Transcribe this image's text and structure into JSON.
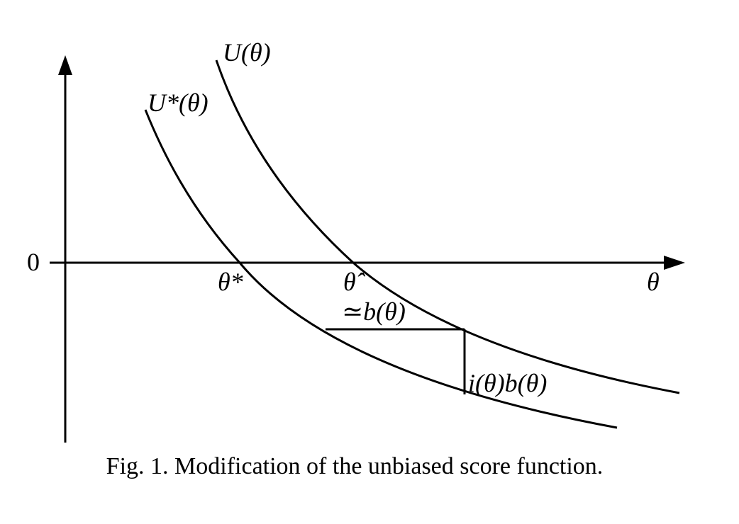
{
  "figure": {
    "curves": [
      {
        "name": "U(θ)",
        "label": "U(θ)"
      },
      {
        "name": "U*(θ)",
        "label": "U*(θ)"
      }
    ],
    "labels": {
      "origin": "0",
      "theta_axis": "θ",
      "theta_star": "θ*",
      "theta_hat": "θ̂",
      "horizontal_gap": "≃b(θ)",
      "vertical_gap": "i(θ)b(θ)"
    },
    "caption": "Fig. 1. Modification of the unbiased score function."
  }
}
